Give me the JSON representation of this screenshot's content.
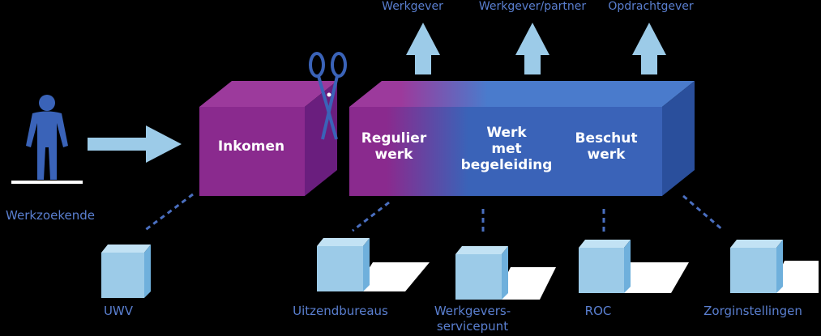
{
  "top_labels": {
    "werkgever": "Werkgever",
    "werkgever_partner": "Werkgever/partner",
    "opdrachtgever": "Opdrachtgever"
  },
  "person_label": "Werkzoekende",
  "boxes": {
    "inkomen": "Inkomen",
    "regulier_line1": "Regulier",
    "regulier_line2": "werk",
    "begeleiding_line1": "Werk",
    "begeleiding_line2": "met",
    "begeleiding_line3": "begeleiding",
    "beschut_line1": "Beschut",
    "beschut_line2": "werk"
  },
  "organizations": {
    "uwv": "UWV",
    "uitzendbureaus": "Uitzendbureaus",
    "werkgevers_line1": "Werkgevers-",
    "werkgevers_line2": "servicepunt",
    "roc": "ROC",
    "zorginstellingen": "Zorginstellingen"
  },
  "colors": {
    "background": "#000000",
    "magenta": "#8a2a8e",
    "blue": "#3a63b8",
    "light_blue": "#9ccbe8",
    "label_blue": "#5a7fd0"
  }
}
